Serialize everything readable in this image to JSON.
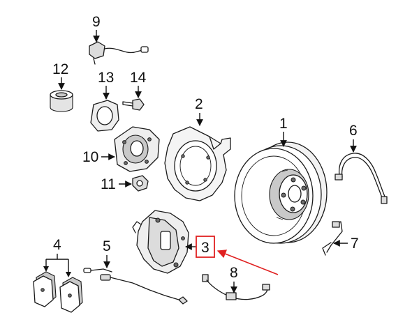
{
  "callouts": {
    "c1": "1",
    "c2": "2",
    "c3": "3",
    "c4": "4",
    "c5": "5",
    "c6": "6",
    "c7": "7",
    "c8": "8",
    "c9": "9",
    "c10": "10",
    "c11": "11",
    "c12": "12",
    "c13": "13",
    "c14": "14"
  },
  "colors": {
    "highlight": "#e02020",
    "line": "#1a1a1a",
    "shade": "#c9c9c9"
  }
}
